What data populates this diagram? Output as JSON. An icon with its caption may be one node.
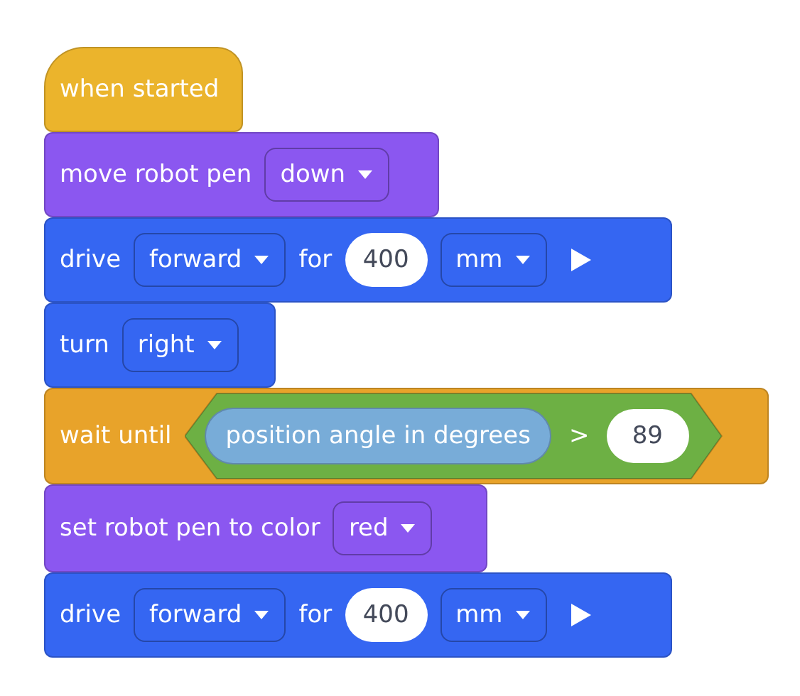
{
  "diagram": {
    "nodes": [
      {
        "text": [
          "when started"
        ]
      },
      {
        "text": [
          "move robot pen"
        ]
      },
      {
        "text": [
          "down"
        ],
        "in": 1
      },
      {
        "text": [
          "drive",
          "for"
        ]
      },
      {
        "text": [
          "forward"
        ],
        "in": 3
      },
      {
        "text": [
          "400"
        ],
        "in": 3
      },
      {
        "text": [
          "mm"
        ],
        "in": 3
      },
      {
        "text": [
          "turn"
        ]
      },
      {
        "text": [
          "right"
        ],
        "in": 7
      },
      {
        "text": [
          "wait until"
        ]
      },
      {
        "text": [
          ">"
        ],
        "in": 9
      },
      {
        "text": [
          "position angle in degrees"
        ],
        "in": 10
      },
      {
        "text": [
          "89"
        ],
        "in": 10
      },
      {
        "text": [
          "set robot pen to color"
        ]
      },
      {
        "text": [
          "red"
        ],
        "in": 13
      },
      {
        "text": [
          "drive",
          "for"
        ]
      },
      {
        "text": [
          "forward"
        ],
        "in": 15
      },
      {
        "text": [
          "400"
        ],
        "in": 15
      },
      {
        "text": [
          "mm"
        ],
        "in": 15
      }
    ]
  }
}
